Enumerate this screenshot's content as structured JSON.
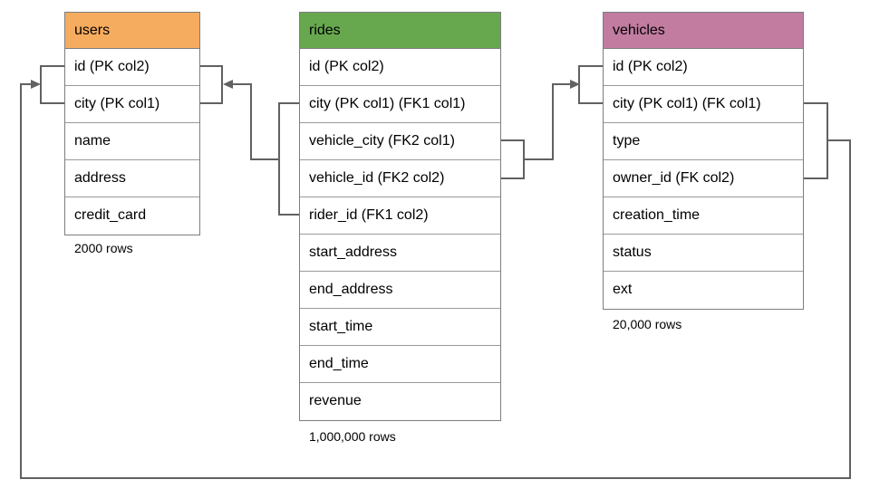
{
  "diagram": {
    "line_color": "#616161",
    "tables": [
      {
        "name": "users",
        "header_color": "#F6AC5F",
        "rows": [
          "id (PK col2)",
          "city (PK col1)",
          "name",
          "address",
          "credit_card"
        ],
        "row_count_label": "2000 rows"
      },
      {
        "name": "rides",
        "header_color": "#67A84F",
        "rows": [
          "id (PK col2)",
          "city (PK col1) (FK1 col1)",
          "vehicle_city (FK2 col1)",
          "vehicle_id (FK2 col2)",
          "rider_id (FK1 col2)",
          "start_address",
          "end_address",
          "start_time",
          "end_time",
          "revenue"
        ],
        "row_count_label": "1,000,000 rows"
      },
      {
        "name": "vehicles",
        "header_color": "#C17CA0",
        "rows": [
          "id (PK col2)",
          "city (PK col1) (FK col1)",
          "type",
          "owner_id (FK col2)",
          "creation_time",
          "status",
          "ext"
        ],
        "row_count_label": "20,000 rows"
      }
    ]
  }
}
